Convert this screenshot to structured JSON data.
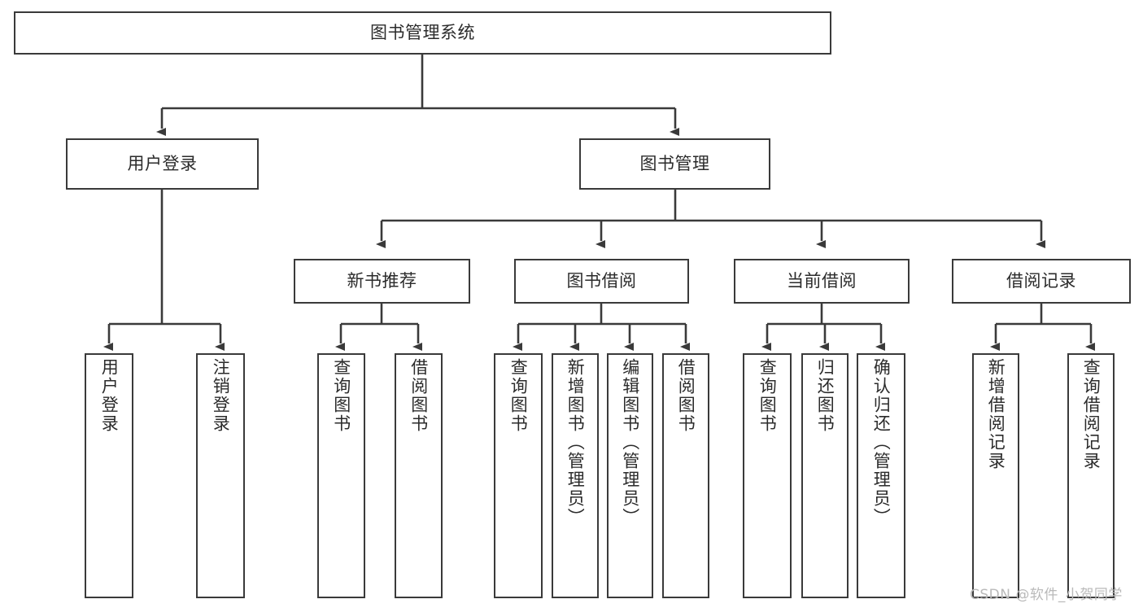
{
  "diagram": {
    "title": "图书管理系统",
    "type": "tree-hierarchy-chart",
    "colors": {
      "stroke": "#3a3a3a",
      "fill": "#ffffff",
      "text": "#2b2b2b",
      "watermark": "#b9b9b9"
    },
    "root": {
      "label": "图书管理系统"
    },
    "level2": [
      {
        "label": "用户登录"
      },
      {
        "label": "图书管理"
      }
    ],
    "level3": [
      {
        "label": "新书推荐"
      },
      {
        "label": "图书借阅"
      },
      {
        "label": "当前借阅"
      },
      {
        "label": "借阅记录"
      }
    ],
    "leaves_user_login": [
      {
        "label": "用户登录"
      },
      {
        "label": "注销登录"
      }
    ],
    "leaves_new_book": [
      {
        "label": "查询图书"
      },
      {
        "label": "借阅图书"
      }
    ],
    "leaves_borrow": [
      {
        "label": "查询图书"
      },
      {
        "label": "新增图书（管理员）"
      },
      {
        "label": "编辑图书（管理员）"
      },
      {
        "label": "借阅图书"
      }
    ],
    "leaves_current": [
      {
        "label": "查询图书"
      },
      {
        "label": "归还图书"
      },
      {
        "label": "确认归还（管理员）"
      }
    ],
    "leaves_record": [
      {
        "label": "新增借阅记录"
      },
      {
        "label": "查询借阅记录"
      }
    ]
  },
  "watermark": {
    "text": "CSDN @软件_小贺同学"
  }
}
